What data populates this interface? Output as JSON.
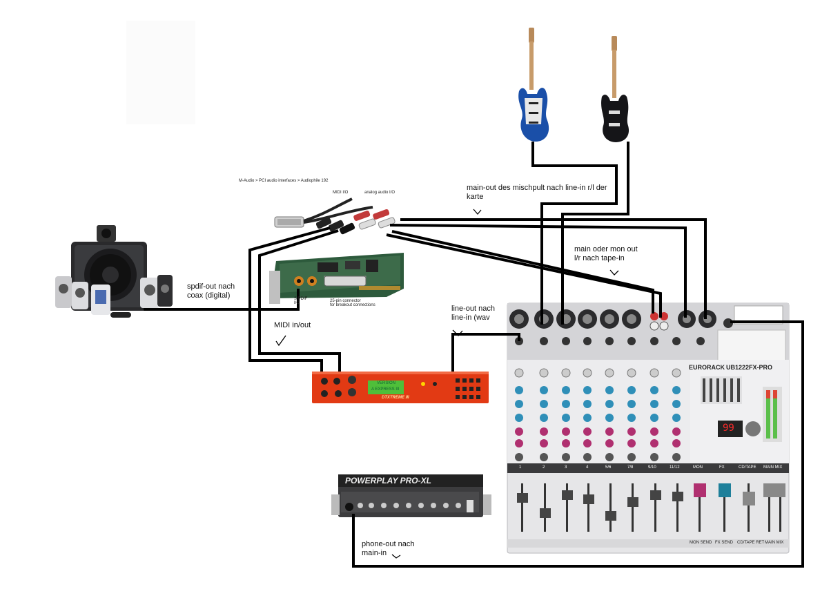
{
  "labels": {
    "audiophile_caption": "M-Audio > PCI audio interfaces > Audiophile 192",
    "midi_io": "MIDI I/O",
    "analog_audio_io": "analog audio I/O",
    "spdif_io": "S/PDIF\nI/O",
    "connector_25pin": "25-pin connector\nfor breakout connections",
    "main_out_note": "main-out des mischpult nach line-in r/l der\nkarte",
    "main_mon_note": "main oder mon out\nl/r nach tape-in",
    "spdif_note": "spdif-out nach\ncoax (digital)",
    "line_out_note": "line-out nach\nline-in (wav",
    "midi_note": "MIDI in/out",
    "phone_out_note": "phone-out nach\nmain-in"
  },
  "devices": {
    "mixer_brand": "EURORACK",
    "mixer_model": "UB1222FX-PRO",
    "mixer_display": "99",
    "motif_display_line1": "VERSION",
    "motif_display_line2": "A EXPRESS III",
    "motif_logo": "DTXTREME III",
    "powerplay_title": "POWERPLAY PRO-XL",
    "mixer_channel_labels": [
      "1",
      "2",
      "3",
      "4",
      "5/6",
      "7/8",
      "9/10",
      "11/12"
    ],
    "mixer_section_labels": [
      "MON",
      "FX",
      "CD/TAPE",
      "MAIN MIX"
    ],
    "mixer_bottom_labels": [
      "MON SEND",
      "FX SEND",
      "CD/TAPE RET",
      "MAIN MIX"
    ]
  },
  "colors": {
    "wire": "#000000",
    "motif_red": "#e23a14",
    "guitar_blue": "#1a4fa8",
    "bass_black": "#151518",
    "mixer_body": "#e8e8ea",
    "knob_blue": "#2f8fb8",
    "knob_pink": "#b03070"
  }
}
